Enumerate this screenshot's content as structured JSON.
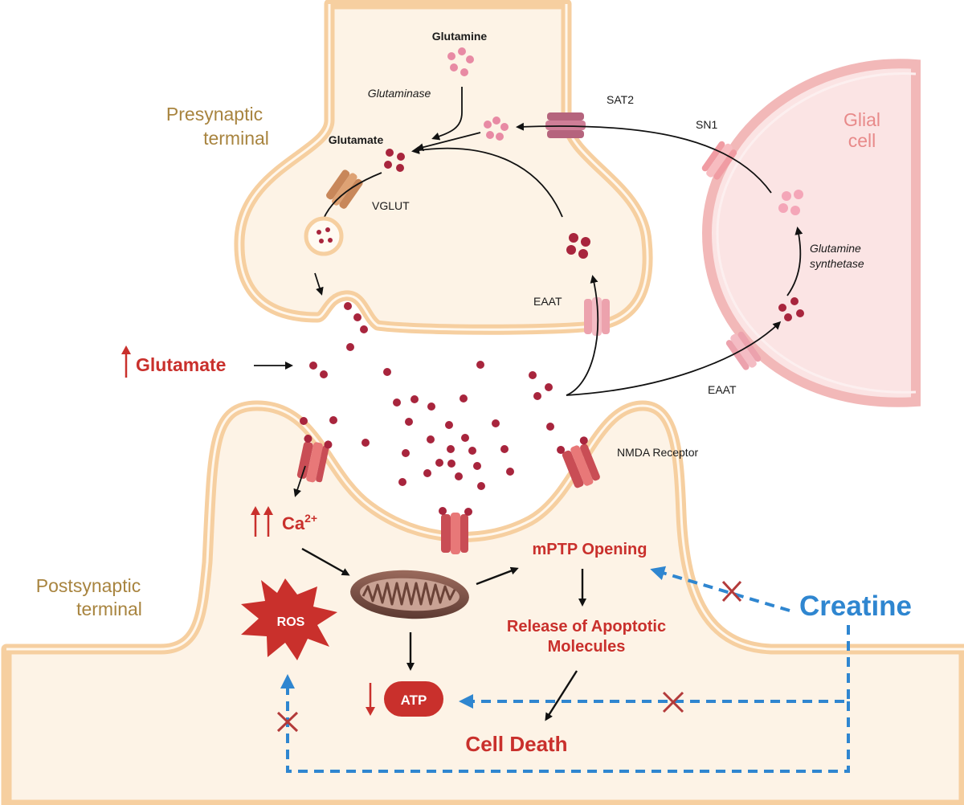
{
  "labels": {
    "glutamine": "Glutamine",
    "glutaminase": "Glutaminase",
    "glutamate": "Glutamate",
    "vglut": "VGLUT",
    "sat2": "SAT2",
    "sn1": "SN1",
    "eaat_pre": "EAAT",
    "eaat_glia": "EAAT",
    "glutamine_synthetase_1": "Glutamine",
    "glutamine_synthetase_2": "synthetase",
    "nmda": "NMDA Receptor"
  },
  "regions": {
    "presynaptic_1": "Presynaptic",
    "presynaptic_2": "terminal",
    "postsynaptic_1": "Postsynaptic",
    "postsynaptic_2": "terminal",
    "glial_1": "Glial",
    "glial_2": "cell"
  },
  "pathway": {
    "glutamate_increase": "Glutamate",
    "calcium": "Ca",
    "calcium_sup": "2+",
    "mptp": "mPTP Opening",
    "release_1": "Release of Apoptotic",
    "release_2": "Molecules",
    "ros": "ROS",
    "atp": "ATP",
    "cell_death": "Cell Death",
    "creatine": "Creatine"
  },
  "colors": {
    "membrane": "#f6cfa0",
    "cytoplasm": "#fdf3e6",
    "glia_fill": "#fbe4e4",
    "glia_membrane": "#f2b8b8",
    "pathway_red": "#c9302c",
    "creatine_blue": "#2f86d0",
    "region_label": "#a8843f",
    "glial_label": "#e88a8a"
  }
}
